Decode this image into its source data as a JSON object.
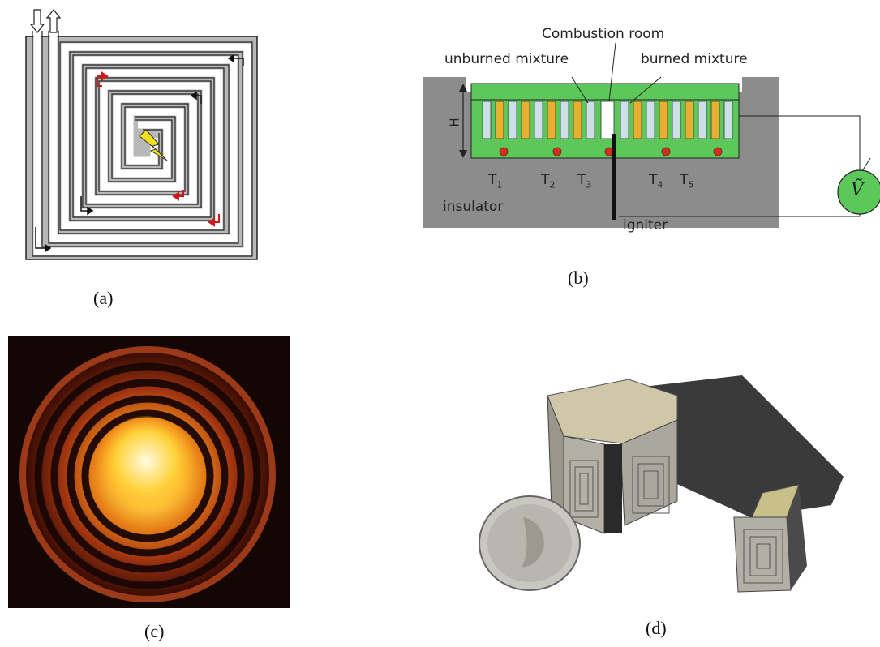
{
  "panels": {
    "a": {
      "caption": "(a)"
    },
    "b": {
      "caption": "(b)",
      "combustion_room": "Combustion room",
      "unburned_mixture": "unburned mixture",
      "burned_mixture": "burned mixture",
      "height_label": "H",
      "sensors": [
        "T",
        "T",
        "T",
        "T",
        "T"
      ],
      "sensor_subscripts": [
        "1",
        "2",
        "3",
        "4",
        "5"
      ],
      "insulator": "insulator",
      "igniter": "igniter",
      "voltmeter": "Ṽ",
      "colors": {
        "insulator": "#8c8c8c",
        "body": "#5cc85a",
        "burned": "#e8b030",
        "unburned": "#cde0e8",
        "sensor": "#d03020"
      }
    },
    "c": {
      "caption": "(c)"
    },
    "d": {
      "caption": "(d)"
    }
  }
}
